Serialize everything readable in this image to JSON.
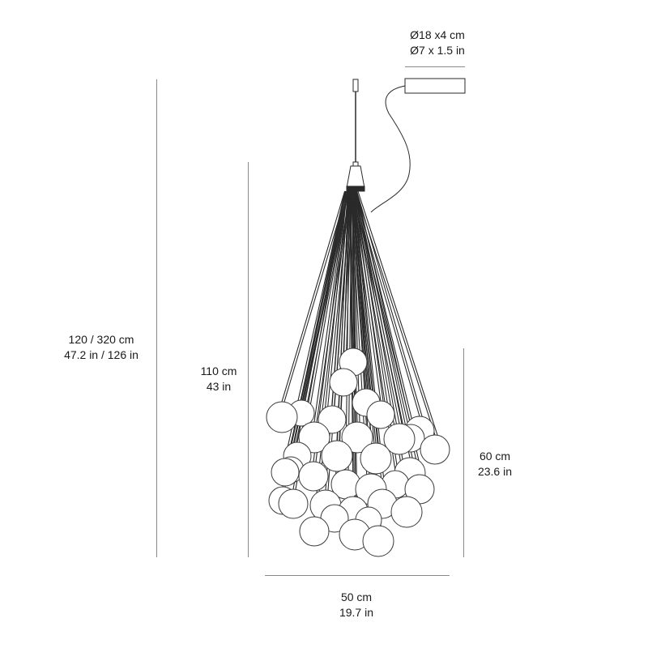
{
  "diagram": {
    "type": "product-dimension-drawing",
    "subject": "pendant chandelier with glass spheres",
    "colors": {
      "dimension_line": "#8a8a8a",
      "stroke": "#2a2a2a",
      "text": "#1a1a1a",
      "background": "#ffffff"
    }
  },
  "dimensions": {
    "canopy": {
      "line1": "Ø18 x4 cm",
      "line2": "Ø7 x 1.5 in"
    },
    "total_height": {
      "line1": "120 / 320 cm",
      "line2": "47.2 in / 126 in"
    },
    "fixture_height": {
      "line1": "110 cm",
      "line2": "43 in"
    },
    "cluster_height": {
      "line1": "60 cm",
      "line2": "23.6 in"
    },
    "width": {
      "line1": "50 cm",
      "line2": "19.7 in"
    }
  }
}
